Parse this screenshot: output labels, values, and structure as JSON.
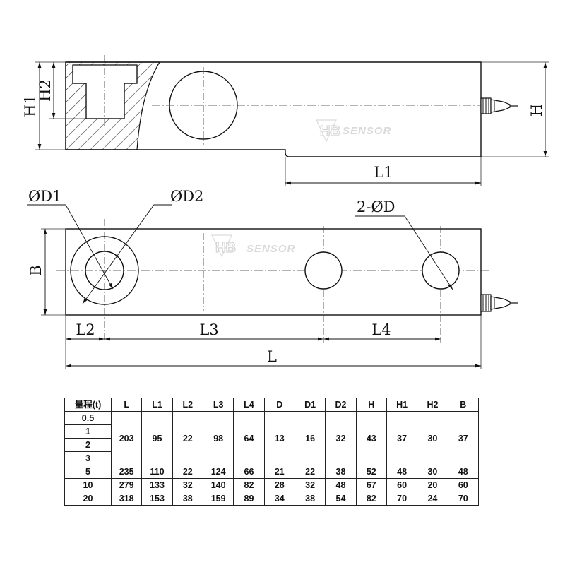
{
  "watermark": {
    "brand": "HB",
    "text": "SENSOR"
  },
  "labels": {
    "H1": "H1",
    "H2": "H2",
    "H": "H",
    "L1": "L1",
    "D1": "ØD1",
    "D2": "ØD2",
    "D": "2-ØD",
    "B": "B",
    "L2": "L2",
    "L3": "L3",
    "L4": "L4",
    "L": "L"
  },
  "table": {
    "headers": [
      "量程(t)",
      "L",
      "L1",
      "L2",
      "L3",
      "L4",
      "D",
      "D1",
      "D2",
      "H",
      "H1",
      "H2",
      "B"
    ],
    "group_capacities": [
      "0.5",
      "1",
      "2",
      "3"
    ],
    "group_values": [
      "203",
      "95",
      "22",
      "98",
      "64",
      "13",
      "16",
      "32",
      "43",
      "37",
      "30",
      "37"
    ],
    "rows": [
      [
        "5",
        "235",
        "110",
        "22",
        "124",
        "66",
        "21",
        "22",
        "38",
        "52",
        "48",
        "30",
        "48"
      ],
      [
        "10",
        "279",
        "133",
        "32",
        "140",
        "82",
        "28",
        "32",
        "48",
        "67",
        "60",
        "20",
        "60"
      ],
      [
        "20",
        "318",
        "153",
        "38",
        "159",
        "89",
        "34",
        "38",
        "54",
        "82",
        "70",
        "24",
        "70"
      ]
    ]
  }
}
